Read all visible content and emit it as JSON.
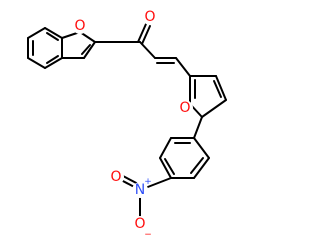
{
  "molecule": {
    "atoms": {
      "carbonyl_oxygen": {
        "symbol": "O",
        "color": "#ff0d0d"
      },
      "benzofuran_oxygen": {
        "symbol": "O",
        "color": "#ff0d0d"
      },
      "furan_oxygen": {
        "symbol": "O",
        "color": "#ff0d0d"
      },
      "nitro_nitrogen": {
        "symbol": "N",
        "charge": "+",
        "color": "#3050f8"
      },
      "nitro_oxygen_left": {
        "symbol": "O",
        "color": "#ff0d0d"
      },
      "nitro_oxygen_bottom": {
        "symbol": "O",
        "charge": "−",
        "color": "#ff0d0d"
      }
    },
    "bond_color": "#000000"
  }
}
